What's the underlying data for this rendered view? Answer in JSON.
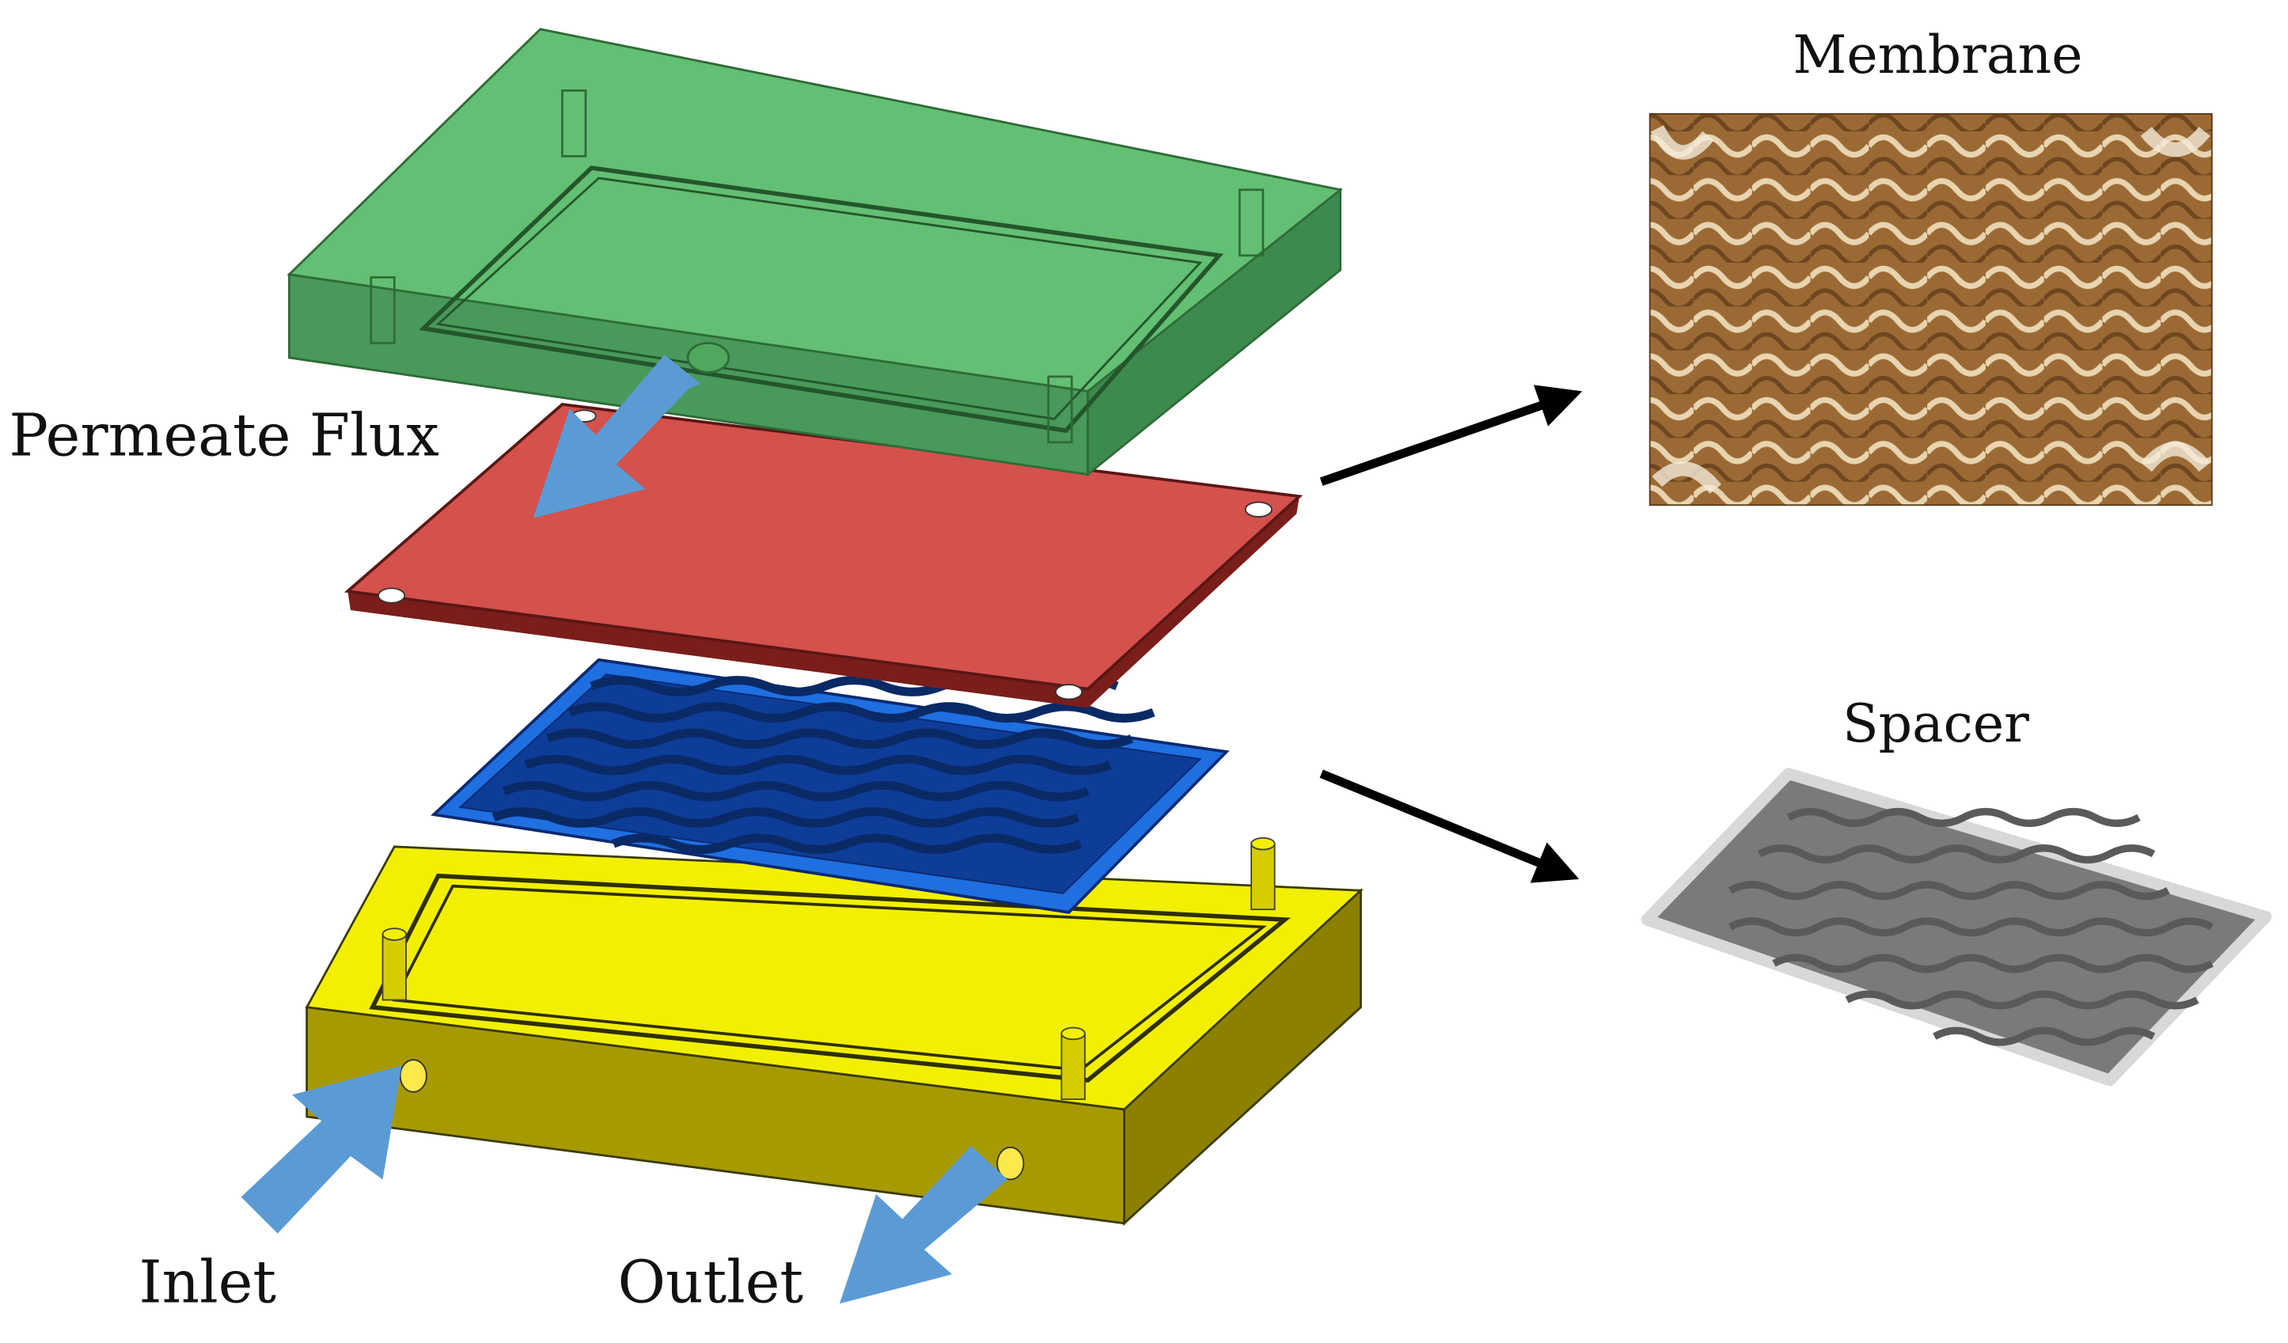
{
  "labels": {
    "permeate": "Permeate Flux",
    "inlet": "Inlet",
    "outlet": "Outlet",
    "membrane": "Membrane",
    "spacer": "Spacer"
  },
  "colors": {
    "top_plate": "#5cb56a",
    "top_plate_edge": "#2f6b38",
    "membrane_sheet": "#d4514c",
    "spacer_frame": "#1f6fe0",
    "bottom_plate": "#f2f000",
    "bottom_plate_side": "#a79a00",
    "flow_arrow": "#5b9bd5",
    "membrane_photo": "#9b6a34",
    "spacer_render": "#8c8c8c"
  },
  "icons": {
    "flow": "flow-arrow-icon",
    "pointer": "pointer-arrow-icon"
  }
}
